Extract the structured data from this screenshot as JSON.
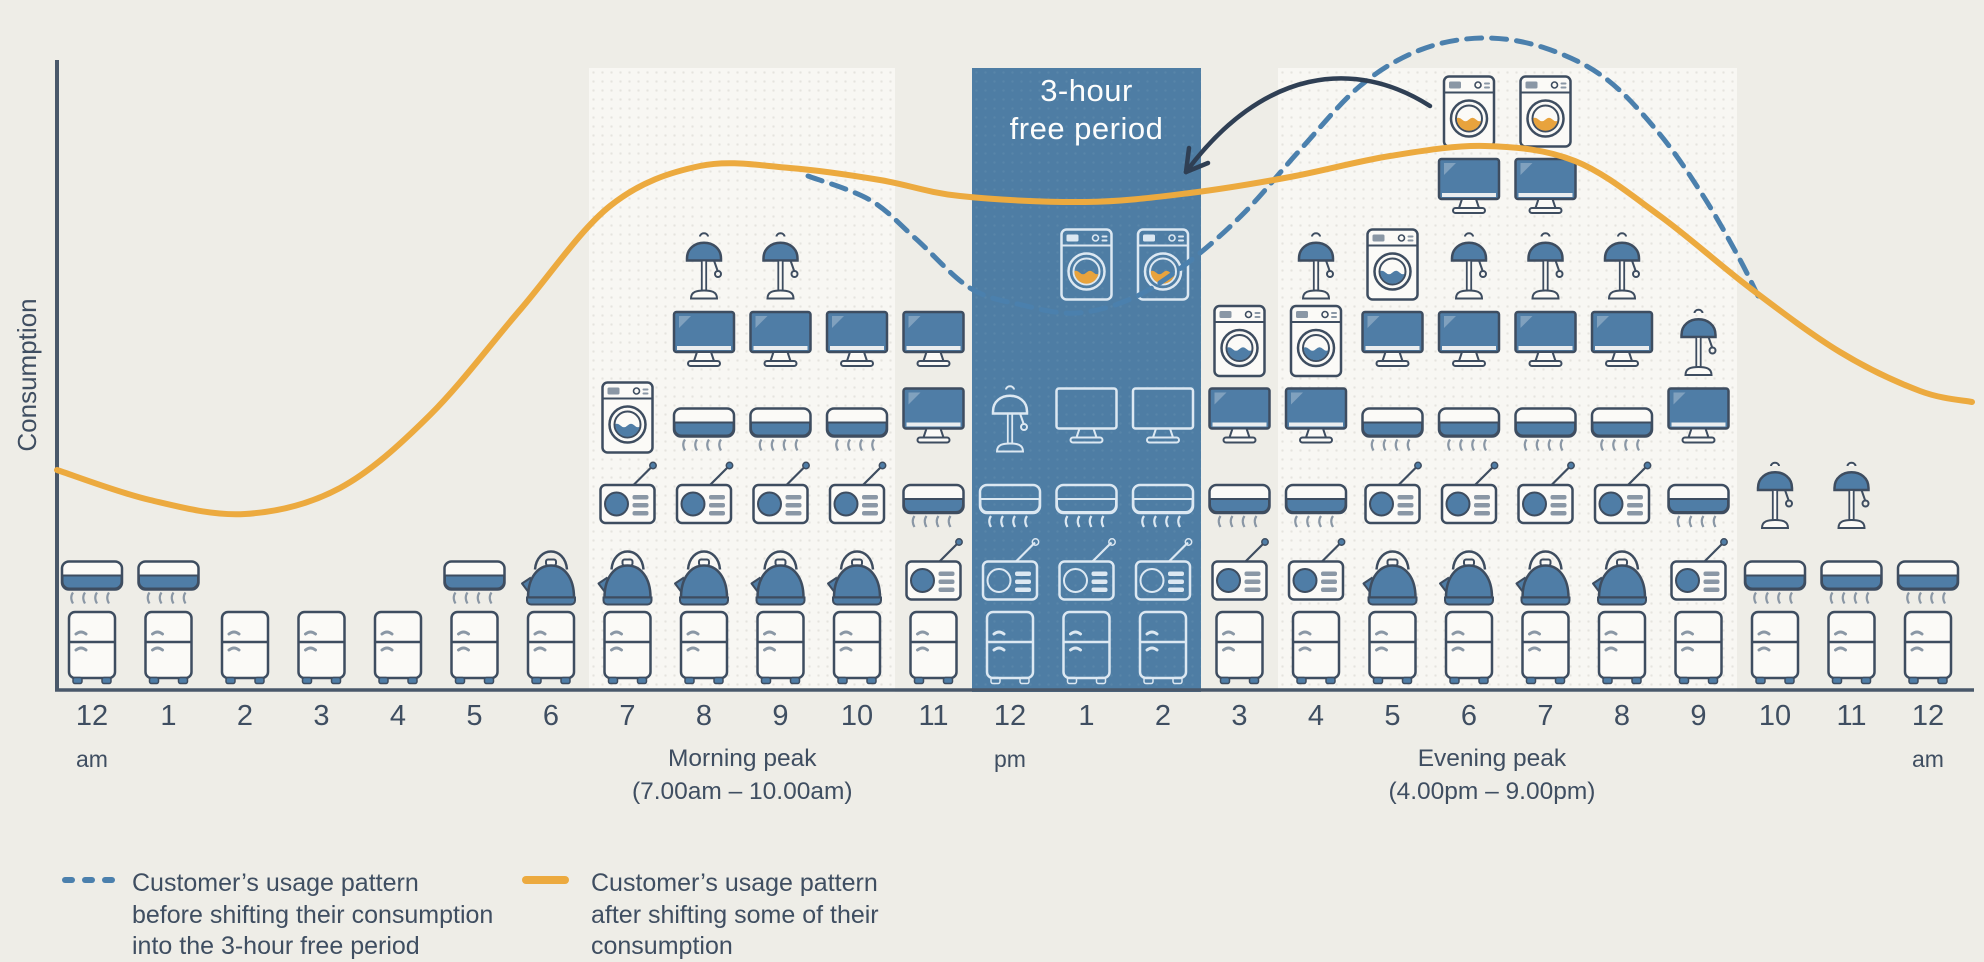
{
  "colors": {
    "background": "#eeede7",
    "panel": "#f8f7f3",
    "band_blue": "#4e7da4",
    "ink": "#3e4d60",
    "icon_blue": "#4f7da6",
    "icon_paper": "#fbfaf7",
    "water_orange": "#e8a33d",
    "curve_orange": "#ecaa3f",
    "curve_dashed_blue": "#4b80ad",
    "arrow_navy": "#2f3f54",
    "axis": "#49586a",
    "text": "#3f4e61"
  },
  "y_axis": {
    "label": "Consumption"
  },
  "free_period_band": {
    "line1": "3-hour",
    "line2": "free period"
  },
  "x_axis": {
    "hours": [
      "12",
      "1",
      "2",
      "3",
      "4",
      "5",
      "6",
      "7",
      "8",
      "9",
      "10",
      "11",
      "12",
      "1",
      "2",
      "3",
      "4",
      "5",
      "6",
      "7",
      "8",
      "9",
      "10",
      "11",
      "12"
    ],
    "meridiem": [
      {
        "index": 0,
        "label": "am"
      },
      {
        "index": 12,
        "label": "pm"
      },
      {
        "index": 24,
        "label": "am"
      }
    ]
  },
  "annotations": {
    "morning_peak": {
      "title": "Morning peak",
      "range": "(7.00am – 10.00am)",
      "center_index": 8.5
    },
    "evening_peak": {
      "title": "Evening peak",
      "range": "(4.00pm – 9.00pm)",
      "center_index": 18.3
    }
  },
  "legend": {
    "items": [
      {
        "swatch": "dashed-blue",
        "lines": [
          "Customer’s usage pattern",
          "before shifting their consumption",
          "into the 3-hour free period"
        ]
      },
      {
        "swatch": "solid-orange",
        "lines": [
          "Customer’s usage pattern",
          "after shifting some of their",
          "consumption"
        ]
      }
    ]
  },
  "chart_data": {
    "type": "pictogram-stacked-columns-with-lines",
    "x_unit": "hour of day",
    "y_unit": "appliances in use (relative consumption)",
    "grid": "off",
    "bands": [
      {
        "kind": "panel",
        "label": "morning-peak",
        "from": 7,
        "to": 10
      },
      {
        "kind": "free",
        "label": "3-hour-free-period",
        "from": 12,
        "to": 14
      },
      {
        "kind": "panel",
        "label": "evening-peak",
        "from": 16,
        "to": 21
      }
    ],
    "columns": [
      {
        "hour": "12am",
        "stack": [
          "fridge",
          "ac"
        ]
      },
      {
        "hour": "1am",
        "stack": [
          "fridge",
          "ac"
        ]
      },
      {
        "hour": "2am",
        "stack": [
          "fridge"
        ]
      },
      {
        "hour": "3am",
        "stack": [
          "fridge"
        ]
      },
      {
        "hour": "4am",
        "stack": [
          "fridge"
        ]
      },
      {
        "hour": "5am",
        "stack": [
          "fridge",
          "ac"
        ]
      },
      {
        "hour": "6am",
        "stack": [
          "fridge",
          "kettle"
        ]
      },
      {
        "hour": "7am",
        "stack": [
          "fridge",
          "kettle",
          "radio",
          "washer"
        ]
      },
      {
        "hour": "8am",
        "stack": [
          "fridge",
          "kettle",
          "radio",
          "ac",
          "tv",
          "lamp"
        ]
      },
      {
        "hour": "9am",
        "stack": [
          "fridge",
          "kettle",
          "radio",
          "ac",
          "tv",
          "lamp"
        ]
      },
      {
        "hour": "10am",
        "stack": [
          "fridge",
          "kettle",
          "radio",
          "ac",
          "tv"
        ]
      },
      {
        "hour": "11am",
        "stack": [
          "fridge",
          "radio",
          "ac",
          "tv",
          "tv"
        ]
      },
      {
        "hour": "12pm",
        "stack": [
          "fridge",
          "radio",
          "ac",
          "lamp"
        ]
      },
      {
        "hour": "1pm",
        "stack": [
          "fridge",
          "radio",
          "ac",
          "tv",
          "gap",
          "washer-orange"
        ]
      },
      {
        "hour": "2pm",
        "stack": [
          "fridge",
          "radio",
          "ac",
          "tv",
          "gap",
          "washer-orange"
        ]
      },
      {
        "hour": "3pm",
        "stack": [
          "fridge",
          "radio",
          "ac",
          "tv",
          "washer"
        ]
      },
      {
        "hour": "4pm",
        "stack": [
          "fridge",
          "radio",
          "ac",
          "tv",
          "washer",
          "lamp"
        ]
      },
      {
        "hour": "5pm",
        "stack": [
          "fridge",
          "kettle",
          "radio",
          "ac",
          "tv",
          "washer"
        ]
      },
      {
        "hour": "6pm",
        "stack": [
          "fridge",
          "kettle",
          "radio",
          "ac",
          "tv",
          "lamp",
          "tv",
          "washer-orange"
        ]
      },
      {
        "hour": "7pm",
        "stack": [
          "fridge",
          "kettle",
          "radio",
          "ac",
          "tv",
          "lamp",
          "tv",
          "washer-orange"
        ]
      },
      {
        "hour": "8pm",
        "stack": [
          "fridge",
          "kettle",
          "radio",
          "ac",
          "tv",
          "lamp"
        ]
      },
      {
        "hour": "9pm",
        "stack": [
          "fridge",
          "radio",
          "ac",
          "tv",
          "lamp"
        ]
      },
      {
        "hour": "10pm",
        "stack": [
          "fridge",
          "ac",
          "lamp"
        ]
      },
      {
        "hour": "11pm",
        "stack": [
          "fridge",
          "ac",
          "lamp"
        ]
      },
      {
        "hour": "12am",
        "stack": [
          "fridge",
          "ac"
        ]
      }
    ],
    "series": [
      {
        "name": "Customer’s usage pattern before shifting their consumption into the 3-hour free period",
        "style": "dashed",
        "color": "#4b80ad",
        "points": [
          [
            808,
            176
          ],
          [
            870,
            200
          ],
          [
            915,
            238
          ],
          [
            970,
            288
          ],
          [
            1022,
            305
          ],
          [
            1077,
            313
          ],
          [
            1135,
            297
          ],
          [
            1190,
            261
          ],
          [
            1245,
            212
          ],
          [
            1300,
            150
          ],
          [
            1360,
            86
          ],
          [
            1420,
            50
          ],
          [
            1483,
            38
          ],
          [
            1545,
            48
          ],
          [
            1605,
            78
          ],
          [
            1658,
            132
          ],
          [
            1702,
            194
          ],
          [
            1738,
            256
          ],
          [
            1760,
            300
          ]
        ]
      },
      {
        "name": "Customer’s usage pattern after shifting some of their consumption",
        "style": "solid",
        "color": "#ecaa3f",
        "points": [
          [
            57,
            470
          ],
          [
            150,
            500
          ],
          [
            245,
            514
          ],
          [
            340,
            488
          ],
          [
            430,
            415
          ],
          [
            520,
            310
          ],
          [
            610,
            206
          ],
          [
            700,
            166
          ],
          [
            790,
            168
          ],
          [
            880,
            180
          ],
          [
            960,
            196
          ],
          [
            1085,
            202
          ],
          [
            1190,
            193
          ],
          [
            1290,
            177
          ],
          [
            1390,
            156
          ],
          [
            1485,
            146
          ],
          [
            1575,
            161
          ],
          [
            1660,
            216
          ],
          [
            1750,
            288
          ],
          [
            1840,
            352
          ],
          [
            1920,
            391
          ],
          [
            1972,
            402
          ]
        ]
      }
    ],
    "shift_arrow": {
      "from": [
        1430,
        106
      ],
      "to": [
        1186,
        172
      ]
    }
  }
}
